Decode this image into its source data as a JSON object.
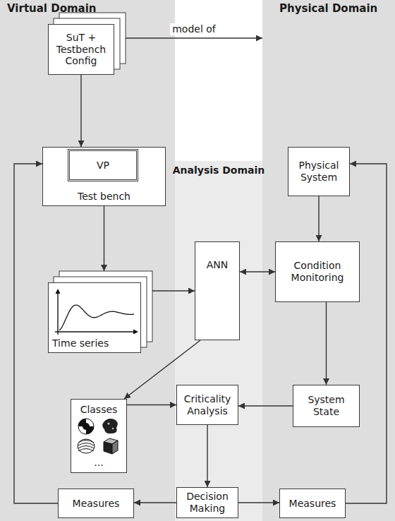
{
  "diagram": {
    "nodes": [
      {
        "text": [
          "Virtual Domain"
        ]
      },
      {
        "text": [
          "SuT + Testbench Config"
        ],
        "in": 0
      },
      {
        "text": [
          "Test bench"
        ],
        "in": 0
      },
      {
        "text": [
          "VP"
        ],
        "in": 2
      },
      {
        "text": [
          "Time series"
        ],
        "in": 0
      },
      {
        "text": [
          "Classes",
          "..."
        ],
        "in": 0
      },
      {
        "text": [
          "Measures"
        ],
        "in": 0
      },
      {
        "text": [
          "Analysis Domain"
        ]
      },
      {
        "text": [
          "ANN"
        ],
        "in": 7
      },
      {
        "text": [
          "Criticality Analysis"
        ],
        "in": 7
      },
      {
        "text": [
          "Decision Making"
        ],
        "in": 7
      },
      {
        "text": [
          "Physical Domain"
        ]
      },
      {
        "text": [
          "Physical System"
        ],
        "in": 11
      },
      {
        "text": [
          "Condition Monitoring"
        ],
        "in": 11
      },
      {
        "text": [
          "System State"
        ],
        "in": 11
      },
      {
        "text": [
          "Measures"
        ],
        "in": 11
      }
    ],
    "edges": [
      {
        "from": 1,
        "to": 2,
        "arrow": "to"
      },
      {
        "from": 1,
        "to": 11,
        "label": "model of",
        "arrow": "to"
      },
      {
        "from": 2,
        "to": 4,
        "arrow": "to"
      },
      {
        "from": 4,
        "to": 8,
        "arrow": "to"
      },
      {
        "from": 8,
        "to": 13,
        "arrow": "both"
      },
      {
        "from": 8,
        "to": 5,
        "arrow": "to"
      },
      {
        "from": 12,
        "to": 13,
        "arrow": "to"
      },
      {
        "from": 13,
        "to": 14,
        "arrow": "to"
      },
      {
        "from": 5,
        "to": 9,
        "arrow": "to"
      },
      {
        "from": 14,
        "to": 9,
        "arrow": "to"
      },
      {
        "from": 9,
        "to": 10,
        "arrow": "to"
      },
      {
        "from": 10,
        "to": 6,
        "arrow": "to"
      },
      {
        "from": 10,
        "to": 15,
        "arrow": "to"
      },
      {
        "from": 6,
        "to": 2,
        "arrow": "to"
      },
      {
        "from": 15,
        "to": 12,
        "arrow": "to"
      }
    ]
  }
}
